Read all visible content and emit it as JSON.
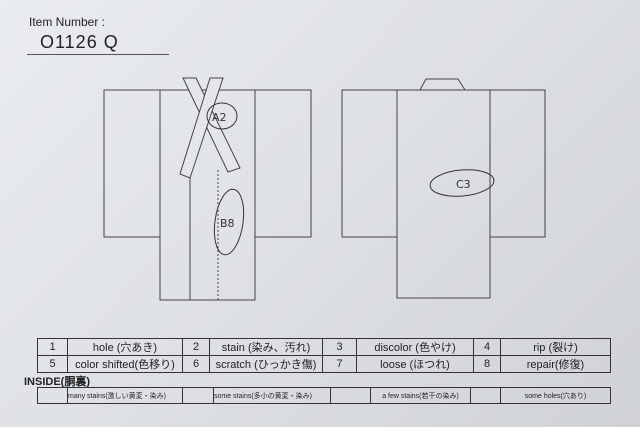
{
  "header": {
    "item_label": "Item Number :",
    "item_number": "O1126   Q"
  },
  "annotations": {
    "front_collar": "A2",
    "front_body": "B8",
    "back_body": "C3"
  },
  "legend": [
    {
      "num": "1",
      "label": "hole (穴あき)"
    },
    {
      "num": "2",
      "label": "stain (染み、汚れ)"
    },
    {
      "num": "3",
      "label": "discolor (色やけ)"
    },
    {
      "num": "4",
      "label": "rip (裂け)"
    },
    {
      "num": "5",
      "label": "color shifted(色移り)"
    },
    {
      "num": "6",
      "label": "scratch (ひっかき傷)"
    },
    {
      "num": "7",
      "label": "loose (ほつれ)"
    },
    {
      "num": "8",
      "label": "repair(修復)"
    }
  ],
  "inside": {
    "title": "INSIDE(胴裏)",
    "options": [
      {
        "label": "many stains(激しい黄変・染み)"
      },
      {
        "label": "some stains(多小の黄変・染み)"
      },
      {
        "label": "a few stains(若干の染み)"
      },
      {
        "label": "some holes(穴あり)"
      }
    ]
  }
}
